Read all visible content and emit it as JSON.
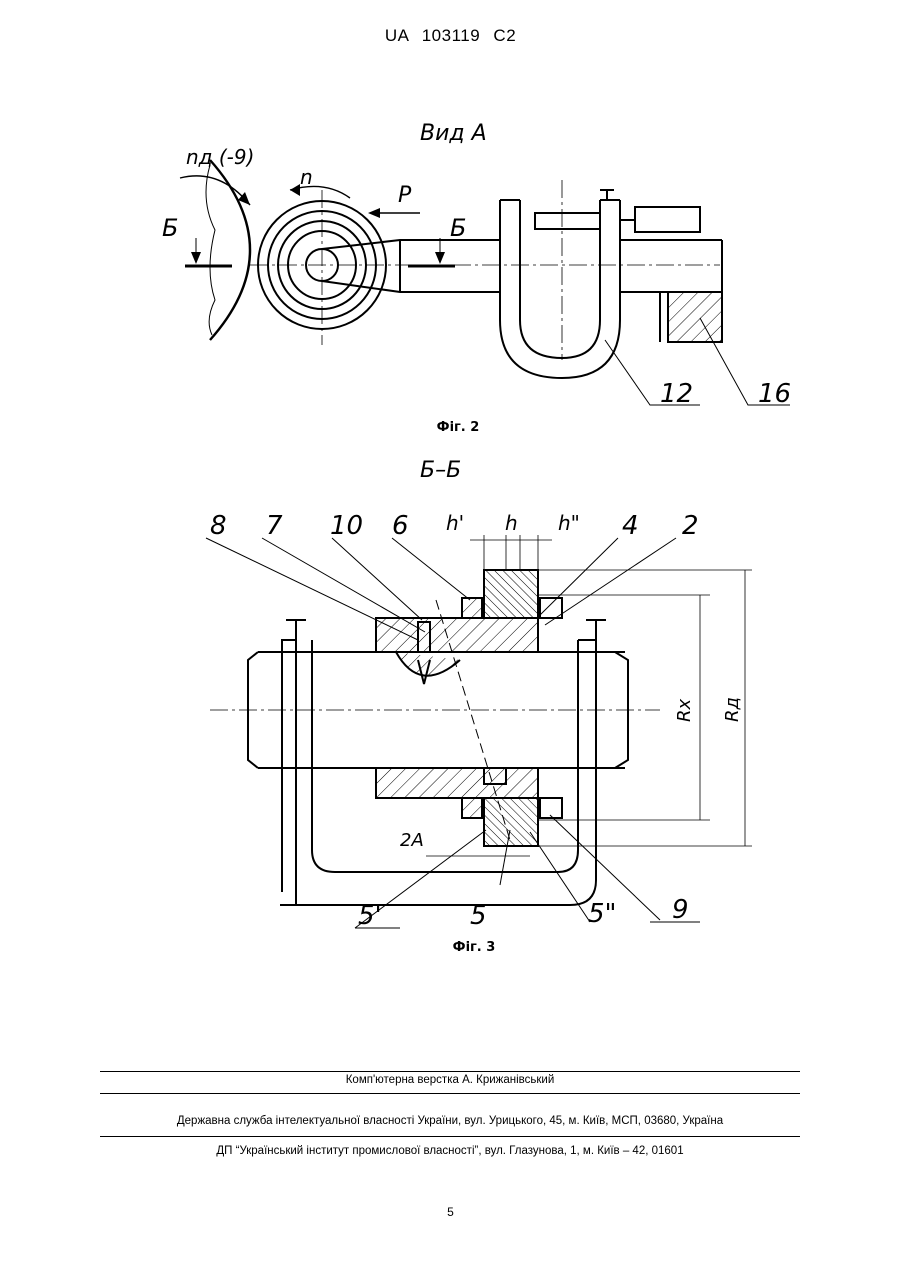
{
  "header": {
    "doc_number": "UA   103119   C2"
  },
  "figure2": {
    "view_title": "Вид А",
    "labels": {
      "nd": "nд (-9)",
      "n": "n",
      "p": "P",
      "b_left": "Б",
      "b_right": "Б",
      "ref12": "12",
      "ref16": "16"
    },
    "caption": "Фіг. 2"
  },
  "figure3": {
    "section_title": "Б–Б",
    "labels": {
      "ref8": "8",
      "ref7": "7",
      "ref10": "10",
      "ref6": "6",
      "h1": "h'",
      "h": "h",
      "h2": "h\"",
      "ref4": "4",
      "ref2": "2",
      "rx": "Rx",
      "rd": "Rд",
      "twoA": "2A",
      "ref5a": "5'",
      "ref5": "5",
      "ref5b": "5\"",
      "ref9": "9"
    },
    "caption": "Фіг. 3"
  },
  "footer": {
    "typesetting": "Комп'ютерна верстка А. Крижанівський",
    "agency": "Державна служба інтелектуальної власності України, вул. Урицького, 45, м. Київ, МСП, 03680, Україна",
    "institute": "ДП “Український інститут промислової власності”, вул. Глазунова, 1, м. Київ – 42, 01601"
  },
  "page_number": "5"
}
